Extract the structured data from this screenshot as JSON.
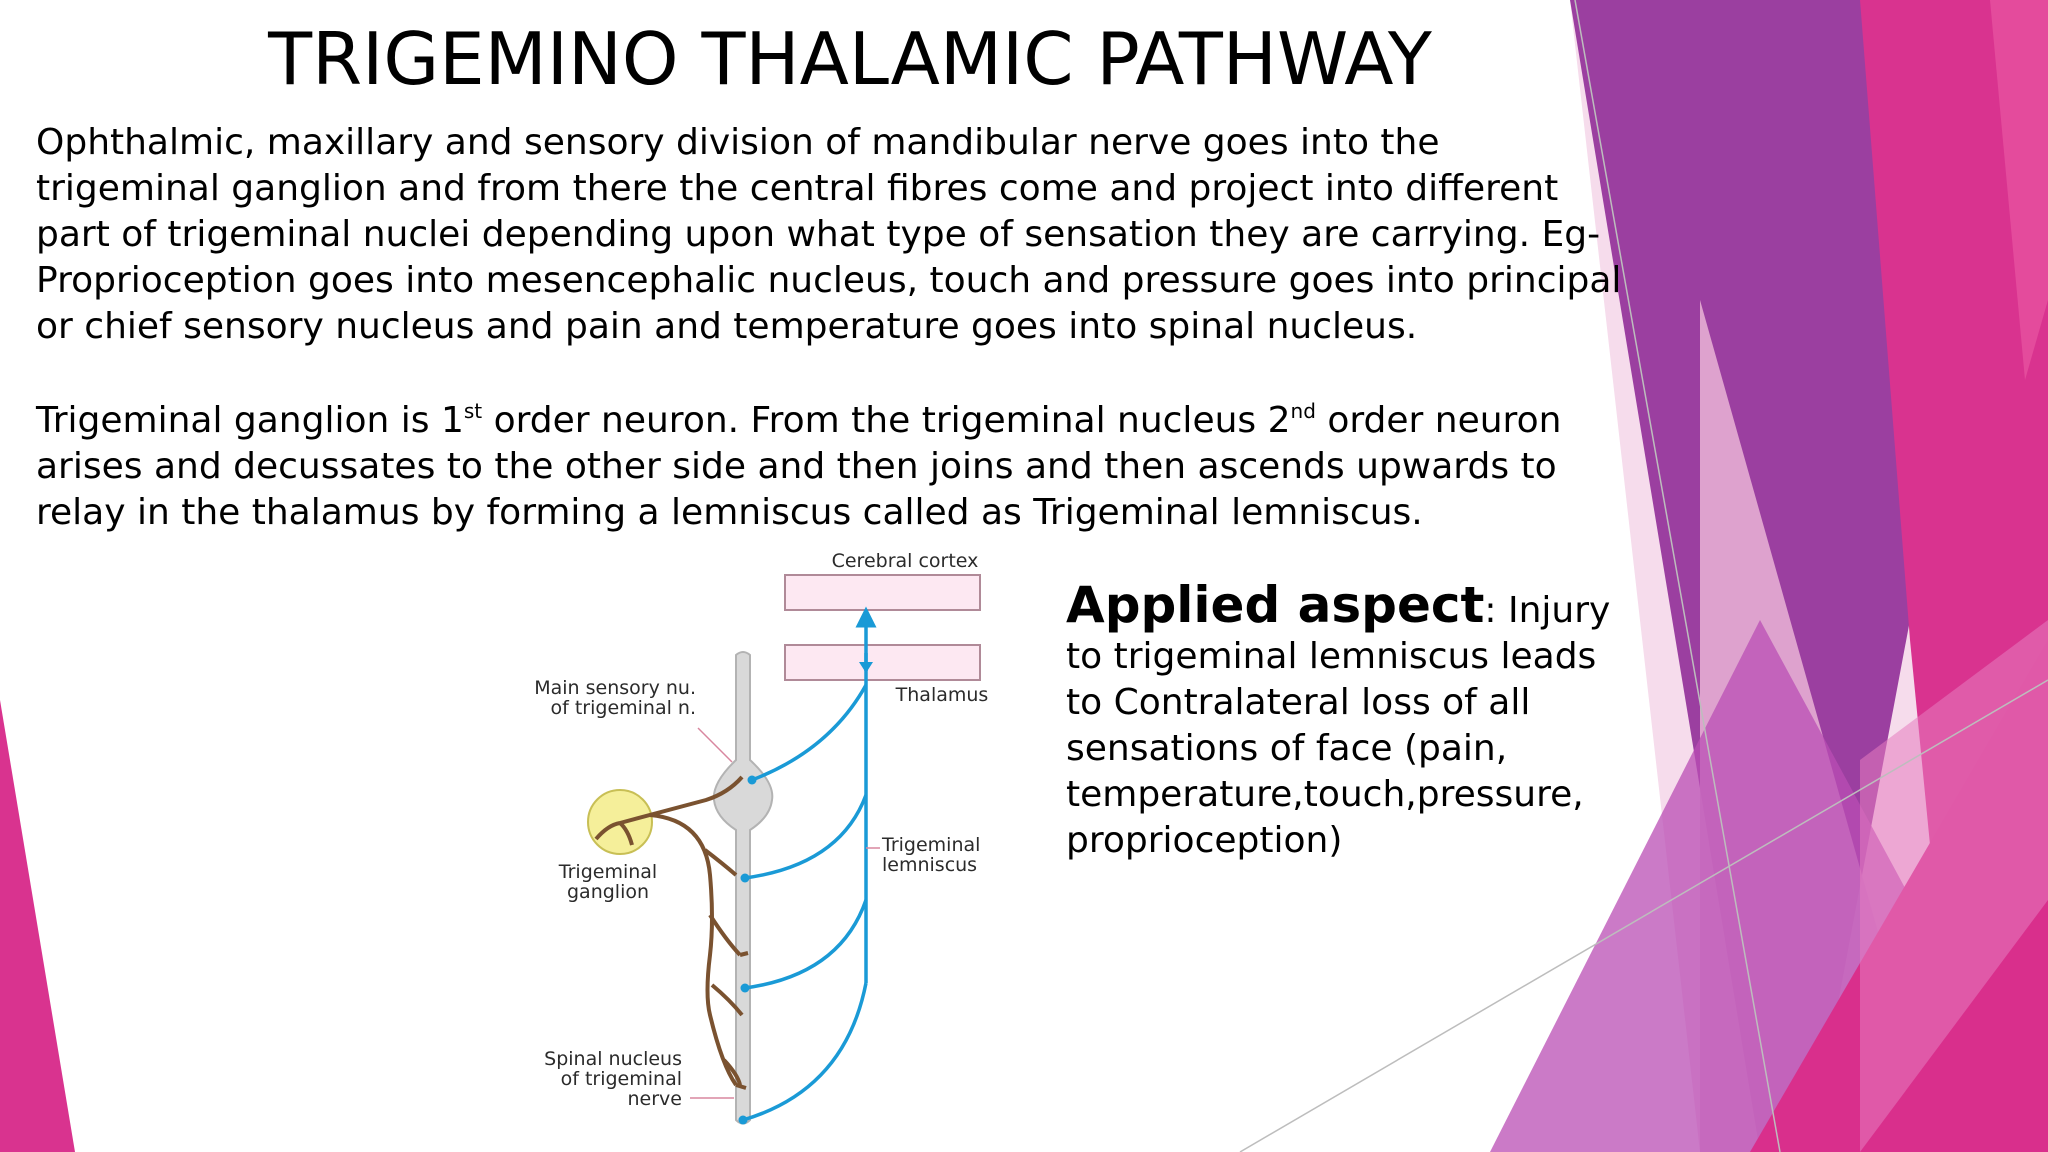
{
  "slide": {
    "title": "TRIGEMINO THALAMIC PATHWAY",
    "paragraph1": "Ophthalmic, maxillary and sensory division of mandibular nerve goes into the trigeminal ganglion and from there the central fibres come and project into different part of trigeminal nuclei depending upon what type of sensation they are carrying. Eg- Proprioception goes into mesencephalic nucleus, touch and pressure goes into principal or chief sensory nucleus and pain and temperature goes into spinal nucleus.",
    "paragraph2": {
      "part1": "Trigeminal ganglion is 1",
      "sup1": "st",
      "part2": " order neuron. From the trigeminal nucleus 2",
      "sup2": "nd",
      "part3": " order neuron arises and decussates to the other side and then joins and then ascends upwards to relay in the thalamus by forming a lemniscus called as Trigeminal lemniscus."
    },
    "applied": {
      "heading": "Applied aspect",
      "text": ": Injury to trigeminal lemniscus leads to Contralateral loss of all sensations of face (pain, temperature,touch,pressure, proprioception)"
    }
  },
  "diagram": {
    "labels": {
      "cerebral_cortex": "Cerebral cortex",
      "thalamus": "Thalamus",
      "main_sensory_line1": "Main sensory nu.",
      "main_sensory_line2": "of trigeminal n.",
      "ganglion_line1": "Trigeminal",
      "ganglion_line2": "ganglion",
      "lemniscus_line1": "Trigeminal",
      "lemniscus_line2": "lemniscus",
      "spinal_line1": "Spinal nucleus",
      "spinal_line2": "of trigeminal",
      "spinal_line3": "nerve"
    },
    "colors": {
      "first_order": "#7a5230",
      "second_order": "#1a9ad6",
      "box_fill": "#fde8f2",
      "box_stroke": "#b08a98",
      "ganglion_fill": "#f5ef9a",
      "leader": "#d9879f"
    }
  },
  "theme": {
    "accent_magenta": "#d9338f",
    "accent_purple": "#9b3fa0",
    "accent_pink": "#e9a9cf"
  }
}
